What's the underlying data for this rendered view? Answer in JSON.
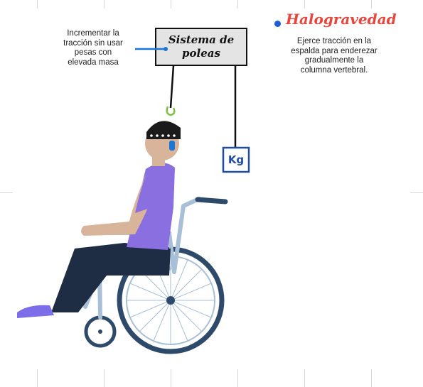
{
  "pulley_box": {
    "line1": "Sistema de",
    "line2": "poleas"
  },
  "left_note": {
    "lines": [
      "Incrementar la",
      "tracción sin usar",
      "pesas con",
      "elevada masa"
    ]
  },
  "header": {
    "title": "Halogravedad",
    "bullet_color": "#1a5fd6",
    "title_color": "#e8453c"
  },
  "right_note": {
    "lines": [
      "Ejerce tracción en la",
      "espalda para enderezar",
      "gradualmente la",
      "columna vertebral."
    ]
  },
  "weight": {
    "label": "Kg"
  },
  "colors": {
    "shirt": "#8a6fe0",
    "skin": "#d7b49a",
    "pants": "#1f2d44",
    "wheelchair_frame": "#a8bfd8",
    "wheel": "#2e4a6b",
    "shoe": "#7b6ee8",
    "halo": "#1b1b1b",
    "arrow": "#1a77d6"
  }
}
